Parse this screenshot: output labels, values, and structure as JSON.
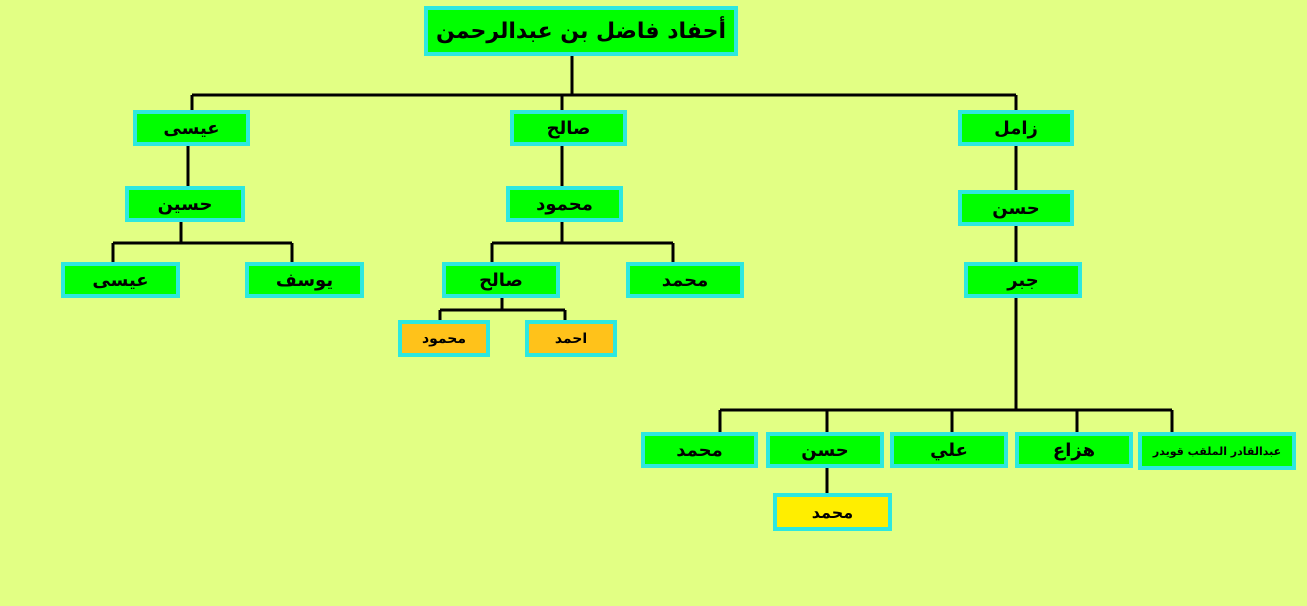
{
  "colors": {
    "background": "#e2ff84",
    "node_fill": "#00ff00",
    "node_border": "#2de8e0",
    "orange_fill": "#ffc21a",
    "yellow_fill": "#ffee00",
    "line": "#000000"
  },
  "tree": {
    "root": "أحفاد فاضل بن عبدالرحمن",
    "isa": {
      "name": "عيسى",
      "husain": {
        "name": "حسين",
        "isa": "عيسى",
        "yusuf": "يوسف"
      }
    },
    "salih": {
      "name": "صالح",
      "mahmud": {
        "name": "محمود",
        "salih": {
          "name": "صالح",
          "mahmud": "محمود",
          "ahmad": "احمد"
        },
        "muhammad": "محمد"
      }
    },
    "zamil": {
      "name": "زامل",
      "hasan": {
        "name": "حسن",
        "jabr": {
          "name": "جبر",
          "muhammad": "محمد",
          "hasan": {
            "name": "حسن",
            "muhammad": "محمد"
          },
          "ali": "علي",
          "hazza": "هزاع",
          "abdulqadir": "عبدالقادر الملقب قويدر"
        }
      }
    }
  }
}
